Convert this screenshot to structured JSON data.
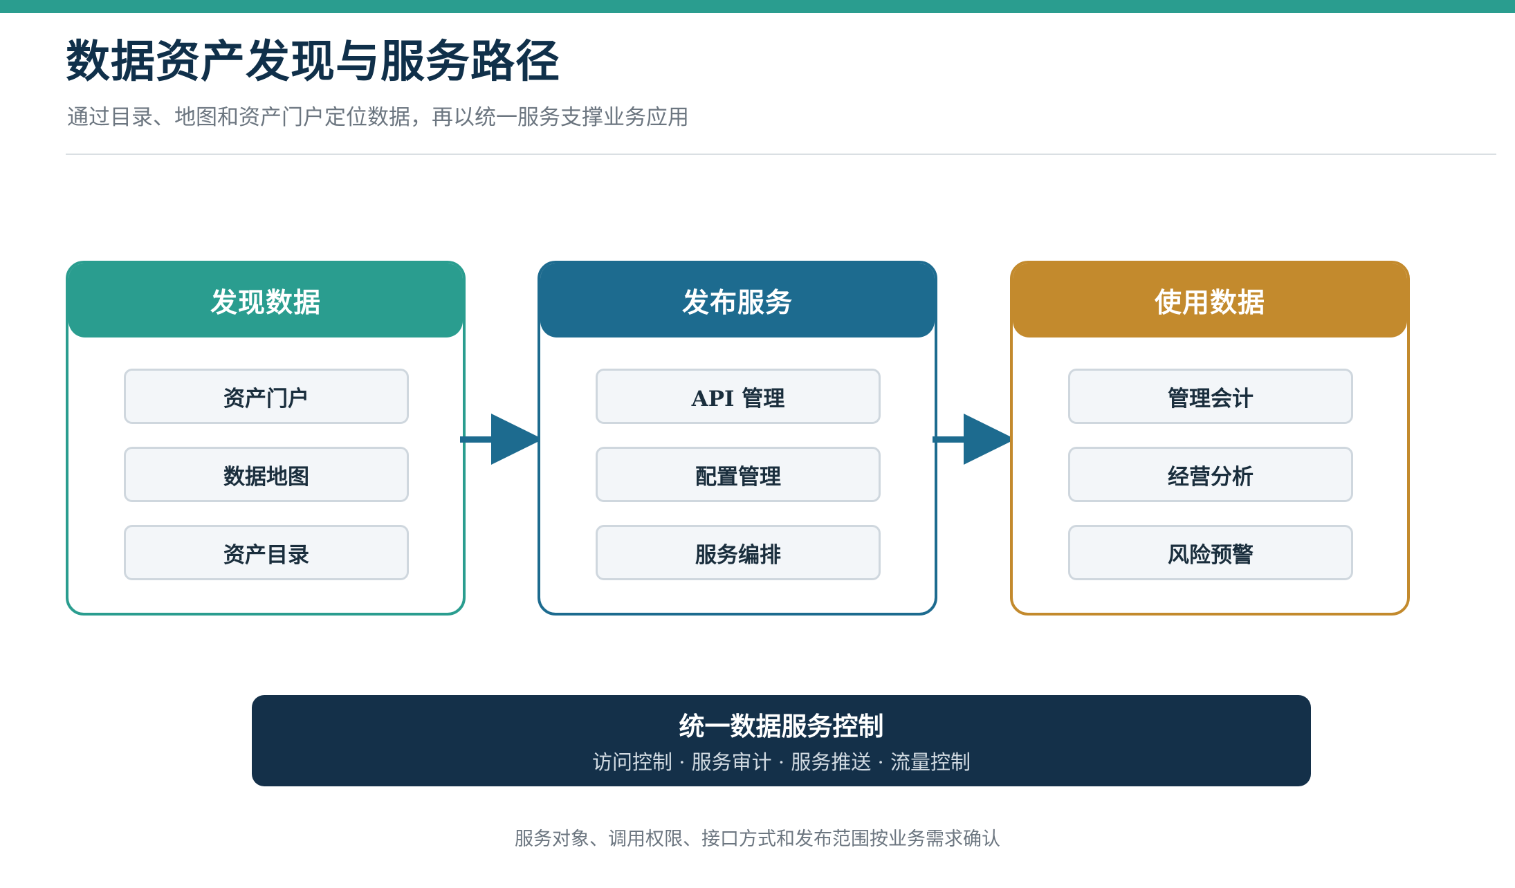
{
  "colors": {
    "accent_teal": "#2a9d8f",
    "accent_blue": "#1d6b8f",
    "accent_gold": "#c38a2d",
    "dark_navy": "#143049"
  },
  "header": {
    "title": "数据资产发现与服务路径",
    "subtitle": "通过目录、地图和资产门户定位数据，再以统一服务支撑业务应用"
  },
  "stages": [
    {
      "title": "发现数据",
      "items": [
        "资产门户",
        "数据地图",
        "资产目录"
      ]
    },
    {
      "title": "发布服务",
      "items": [
        "API 管理",
        "配置管理",
        "服务编排"
      ]
    },
    {
      "title": "使用数据",
      "items": [
        "管理会计",
        "经营分析",
        "风险预警"
      ]
    }
  ],
  "control": {
    "title": "统一数据服务控制",
    "subtitle": "访问控制 · 服务审计 · 服务推送 · 流量控制"
  },
  "footnote": "服务对象、调用权限、接口方式和发布范围按业务需求确认"
}
